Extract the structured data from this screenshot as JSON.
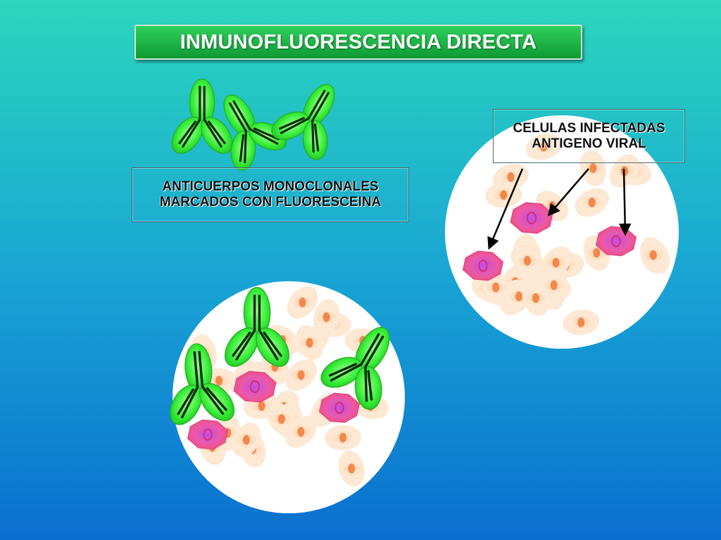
{
  "title": "INMUNOFLUORESCENCIA DIRECTA",
  "labels": {
    "antibodies_line1": "ANTICUERPOS MONOCLONALES",
    "antibodies_line2": "MARCADOS CON FLUORESCEINA",
    "cells_line1": "CELULAS INFECTADAS",
    "cells_line2": "ANTIGENO VIRAL"
  },
  "colors": {
    "background_top": "#2bd6bc",
    "background_bottom": "#0a6fd0",
    "title_green": "#1ab744",
    "antibody_glow": "#3cf03c",
    "antibody_line": "#0a2a0a",
    "infected_cell": "#f0508a",
    "infected_nucleus": "#c040e0",
    "normal_cell": "#fde2c8",
    "normal_nucleus": "#f07a3a"
  }
}
